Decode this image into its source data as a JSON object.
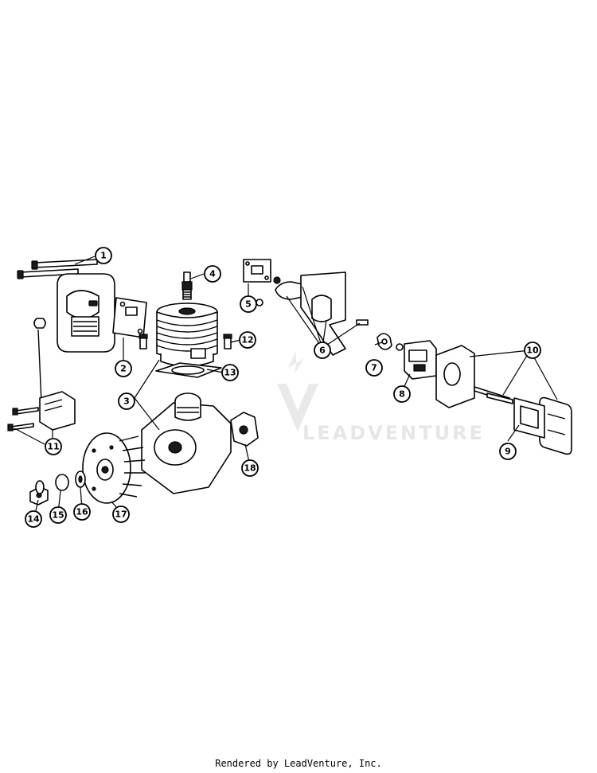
{
  "diagram": {
    "callouts": [
      {
        "label": "1"
      },
      {
        "label": "2"
      },
      {
        "label": "3"
      },
      {
        "label": "4"
      },
      {
        "label": "5"
      },
      {
        "label": "6"
      },
      {
        "label": "7"
      },
      {
        "label": "8"
      },
      {
        "label": "9"
      },
      {
        "label": "10"
      },
      {
        "label": "11"
      },
      {
        "label": "12"
      },
      {
        "label": "13"
      },
      {
        "label": "14"
      },
      {
        "label": "15"
      },
      {
        "label": "16"
      },
      {
        "label": "17"
      },
      {
        "label": "18"
      }
    ],
    "watermark": "LEADVENTURE"
  },
  "footer": {
    "text": "Rendered by LeadVenture, Inc."
  }
}
